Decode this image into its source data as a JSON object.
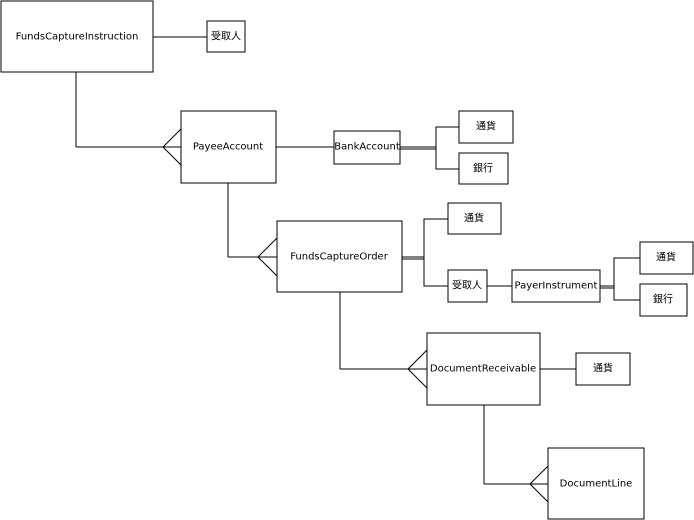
{
  "entities": {
    "funds_capture_instruction": "FundsCaptureInstruction",
    "payee_top": "受取人",
    "payee_account": "PayeeAccount",
    "bank_account": "BankAccount",
    "currency_bank": "通貨",
    "bank_bank": "銀行",
    "funds_capture_order": "FundsCaptureOrder",
    "currency_order": "通貨",
    "payee_order": "受取人",
    "payer_instrument": "PayerInstrument",
    "currency_payer": "通貨",
    "bank_payer": "銀行",
    "document_receivable": "DocumentReceivable",
    "currency_document": "通貨",
    "document_line": "DocumentLine"
  }
}
